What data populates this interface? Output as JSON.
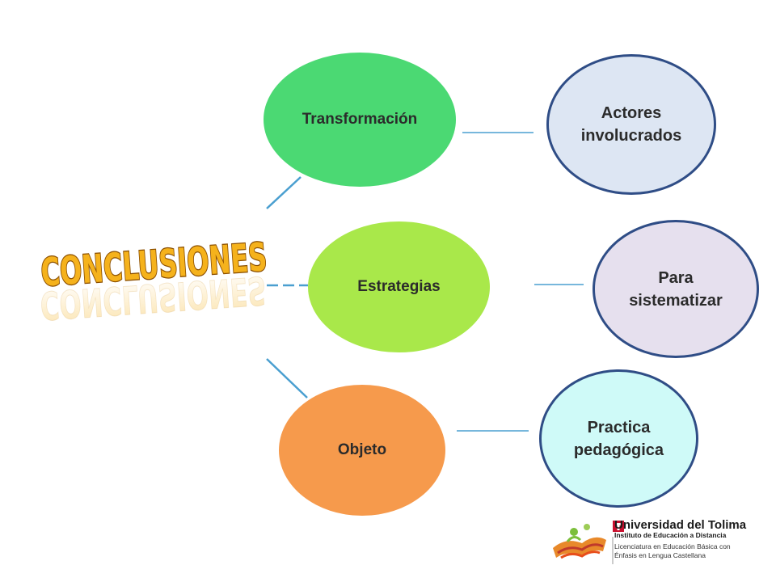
{
  "title": {
    "text": "CONCLUSIONES"
  },
  "nodes": {
    "transformacion": "Transformación",
    "estrategias": "Estrategias",
    "objeto": "Objeto",
    "actores": "Actores involucrados",
    "sistematizar": "Para sistematizar",
    "practica": "Practica pedagógica"
  },
  "logo": {
    "name": "Universidad del Tolima",
    "institute": "Instituto de Educación a Distancia",
    "program_line1": "Licenciatura en Educación Básica con",
    "program_line2": "Énfasis en Lengua Castellana"
  },
  "colors": {
    "transformacion": "#4bd973",
    "estrategias": "#a9e84a",
    "objeto": "#f69a4c",
    "actores": "#dde6f3",
    "sistematizar": "#e6e0ee",
    "practica": "#cffaf8",
    "outline": "#2f4d86",
    "connector": "#4a9fd0",
    "title_fill": "#f5b21c",
    "title_stroke": "#8a4e00",
    "logo_red": "#c8102e"
  }
}
